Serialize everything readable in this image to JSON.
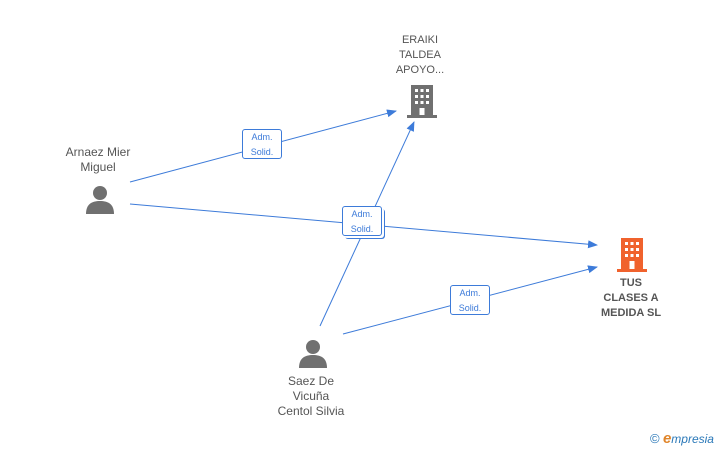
{
  "nodes": {
    "eraiki": {
      "lines": [
        "ERAIKI",
        "TALDEA",
        "APOYO..."
      ]
    },
    "arnaez": {
      "lines": [
        "Arnaez Mier",
        "Miguel"
      ]
    },
    "saez": {
      "lines": [
        "Saez De",
        "Vicuña",
        "Centol Silvia"
      ]
    },
    "tus": {
      "lines": [
        "TUS",
        "CLASES A",
        "MEDIDA  SL"
      ]
    }
  },
  "edges": {
    "e1": {
      "l1": "Adm.",
      "l2": "Solid."
    },
    "e2": {
      "l1": "Adm.",
      "l2": "Solid."
    },
    "e3": {
      "l1": "Adm.",
      "l2": "Solid."
    }
  },
  "footer": {
    "copyright": "©",
    "brand_initial": "e",
    "brand_rest": "mpresia"
  },
  "colors": {
    "edge": "#3d7bd9",
    "person": "#707070",
    "company": "#707070",
    "company_main": "#f0622d"
  }
}
